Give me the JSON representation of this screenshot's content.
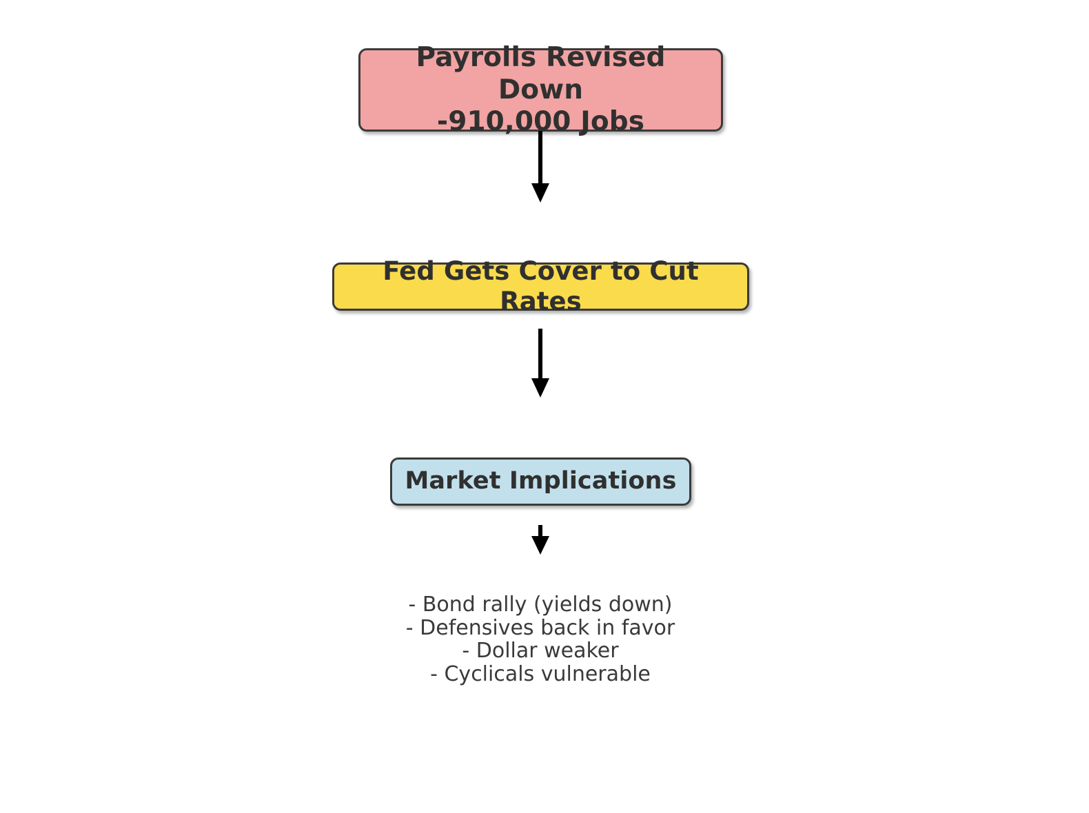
{
  "diagram": {
    "type": "flowchart",
    "orientation": "top-to-bottom",
    "title_text": "",
    "background_color": "#ffffff",
    "nodes": [
      {
        "id": "payrolls",
        "label": "Payrolls Revised Down\n-910,000 Jobs",
        "fill_color": "#F2A3A3",
        "border_color": "#3a3a3a",
        "text_color": "#303030"
      },
      {
        "id": "fed",
        "label": "Fed Gets Cover to Cut Rates",
        "fill_color": "#FADB4B",
        "border_color": "#3a3a3a",
        "text_color": "#303030"
      },
      {
        "id": "market",
        "label": "Market Implications",
        "fill_color": "#C2E0EC",
        "border_color": "#3a3a3a",
        "text_color": "#303030"
      }
    ],
    "edges": [
      {
        "id": "edge-1",
        "from": "payrolls",
        "to": "fed",
        "style": "solid-arrow",
        "color": "#000000"
      },
      {
        "id": "edge-2",
        "from": "fed",
        "to": "market",
        "style": "solid-arrow",
        "color": "#000000"
      },
      {
        "id": "edge-3",
        "from": "market",
        "to": "outcomes",
        "style": "solid-arrow",
        "color": "#000000"
      }
    ],
    "outcomes": {
      "text_color": "#3a3a3a",
      "lines": [
        "- Bond rally (yields down)",
        "- Defensives back in favor",
        "- Dollar weaker",
        "- Cyclicals vulnerable"
      ]
    }
  }
}
